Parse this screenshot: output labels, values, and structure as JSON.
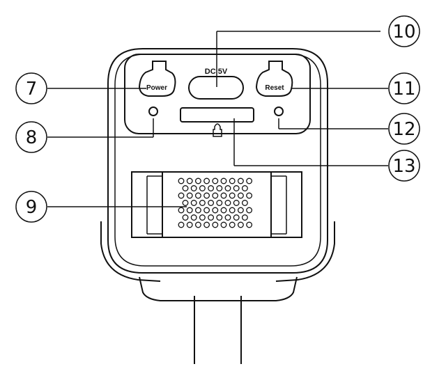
{
  "labels": {
    "dc_port": "DC 5V",
    "power_button": "Power",
    "reset_button": "Reset"
  },
  "callouts": [
    {
      "id": "c7",
      "number": "7"
    },
    {
      "id": "c8",
      "number": "8"
    },
    {
      "id": "c9",
      "number": "9"
    },
    {
      "id": "c10",
      "number": "10"
    },
    {
      "id": "c11",
      "number": "11"
    },
    {
      "id": "c12",
      "number": "12"
    },
    {
      "id": "c13",
      "number": "13"
    }
  ]
}
